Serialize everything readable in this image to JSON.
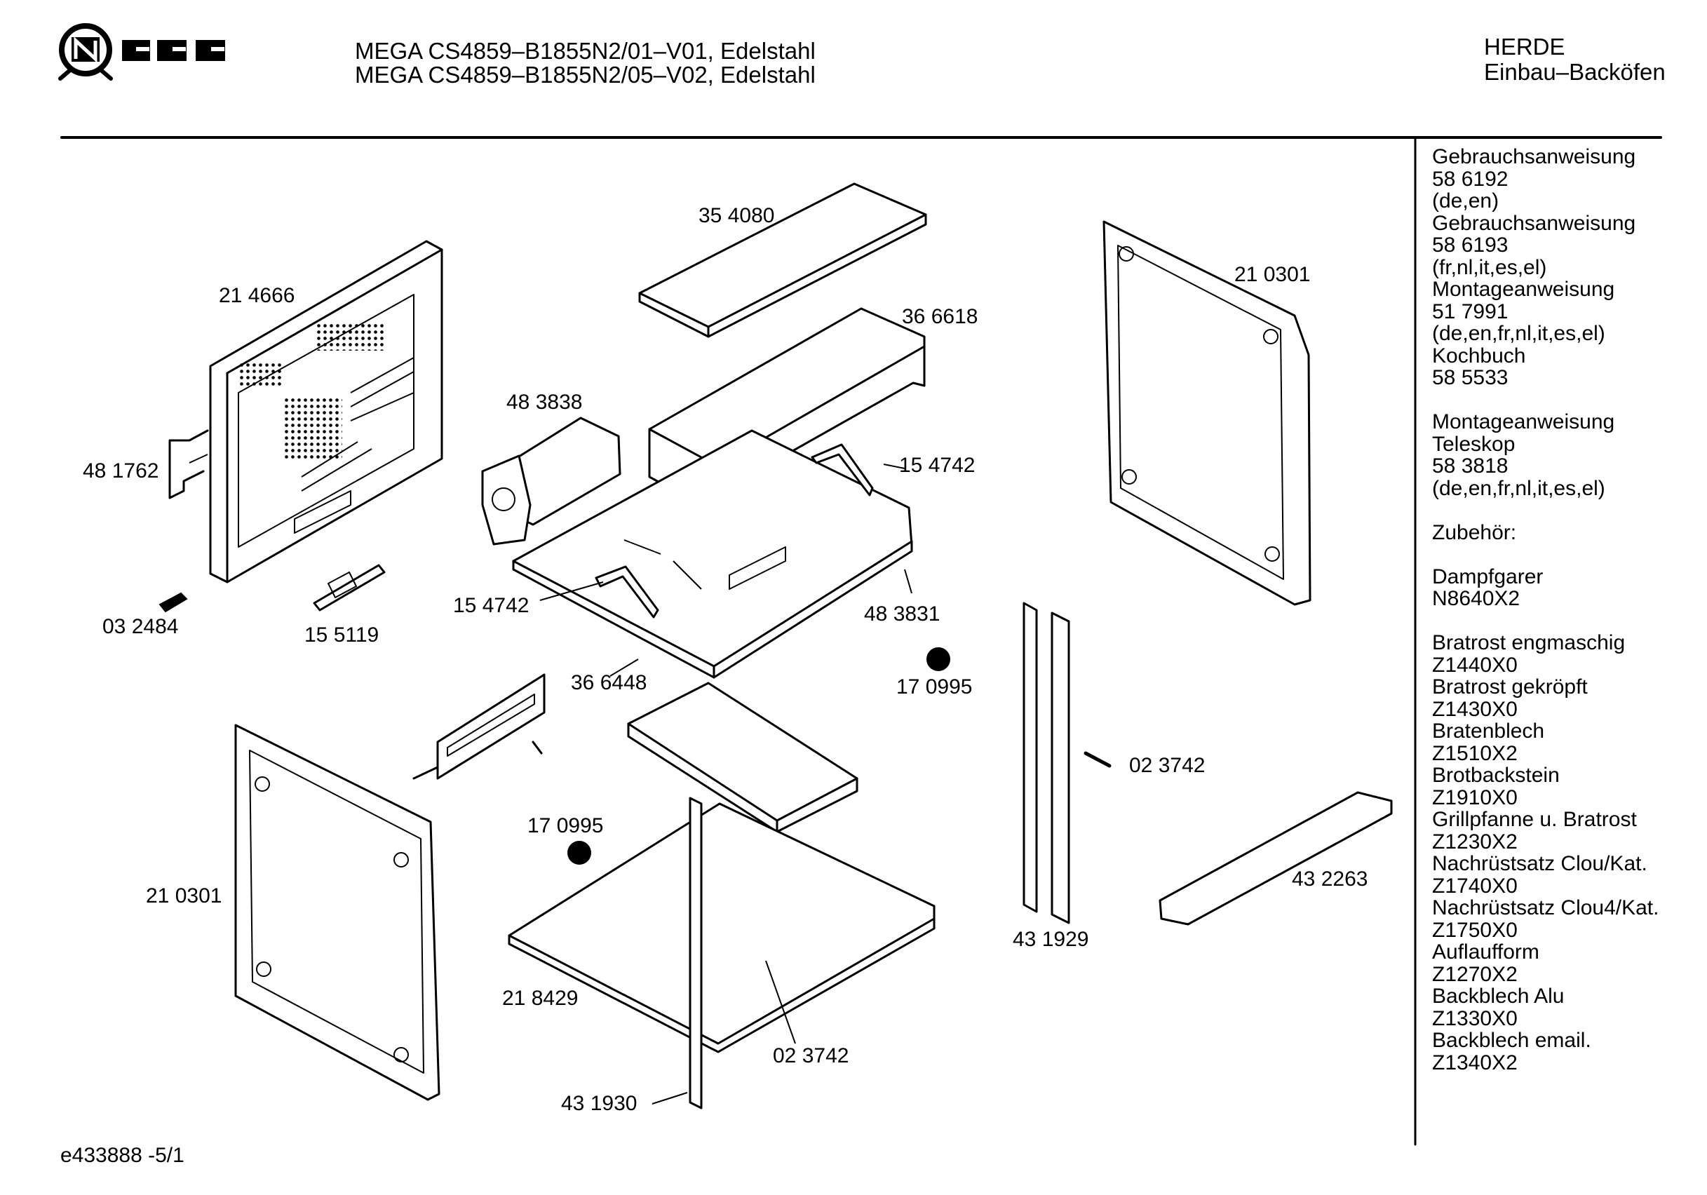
{
  "brand": {
    "logo_text": "NEFF"
  },
  "header": {
    "model_line_1": "MEGA CS4859–B1855N2/01–V01, Edelstahl",
    "model_line_2": "MEGA CS4859–B1855N2/05–V02, Edelstahl",
    "category_1": "HERDE",
    "category_2": "Einbau–Backöfen"
  },
  "sidebar": {
    "lines": [
      "Gebrauchsanweisung",
      "58 6192",
      "(de,en)",
      "Gebrauchsanweisung",
      "58 6193",
      "(fr,nl,it,es,el)",
      "Montageanweisung",
      "51 7991",
      "(de,en,fr,nl,it,es,el)",
      "Kochbuch",
      "58 5533",
      "",
      "Montageanweisung",
      "Teleskop",
      "58 3818",
      "(de,en,fr,nl,it,es,el)",
      "",
      "Zubehör:",
      "",
      "Dampfgarer",
      "N8640X2",
      "",
      "Bratrost engmaschig",
      "Z1440X0",
      "Bratrost gekröpft",
      "Z1430X0",
      "Bratenblech",
      "Z1510X2",
      "Brotbackstein",
      "Z1910X0",
      "Grillpfanne u. Bratrost",
      "Z1230X2",
      "Nachrüstsatz Clou/Kat.",
      "Z1740X0",
      "Nachrüstsatz Clou4/Kat.",
      "Z1750X0",
      "Auflaufform",
      "Z1270X2",
      "Backblech Alu",
      "Z1330X0",
      "Backblech email.",
      "Z1340X2"
    ]
  },
  "parts": {
    "p354080": "35 4080",
    "p214666": "21 4666",
    "p366618": "36 6618",
    "p210301_right": "21 0301",
    "p483838": "48 3838",
    "p481762": "48 1762",
    "p154742_right": "15 4742",
    "p154742_left": "15 4742",
    "p032484": "03 2484",
    "p155119": "15 5119",
    "p483831": "48 3831",
    "p366448": "36 6448",
    "p170995_right": "17 0995",
    "p023742_right": "02 3742",
    "p170995_left": "17 0995",
    "p210301_left": "21 0301",
    "p432263": "43 2263",
    "p431929": "43 1929",
    "p218429": "21 8429",
    "p023742_bottom": "02 3742",
    "p431930": "43 1930"
  },
  "footer": {
    "drawing_id": "e433888 -5/1"
  }
}
